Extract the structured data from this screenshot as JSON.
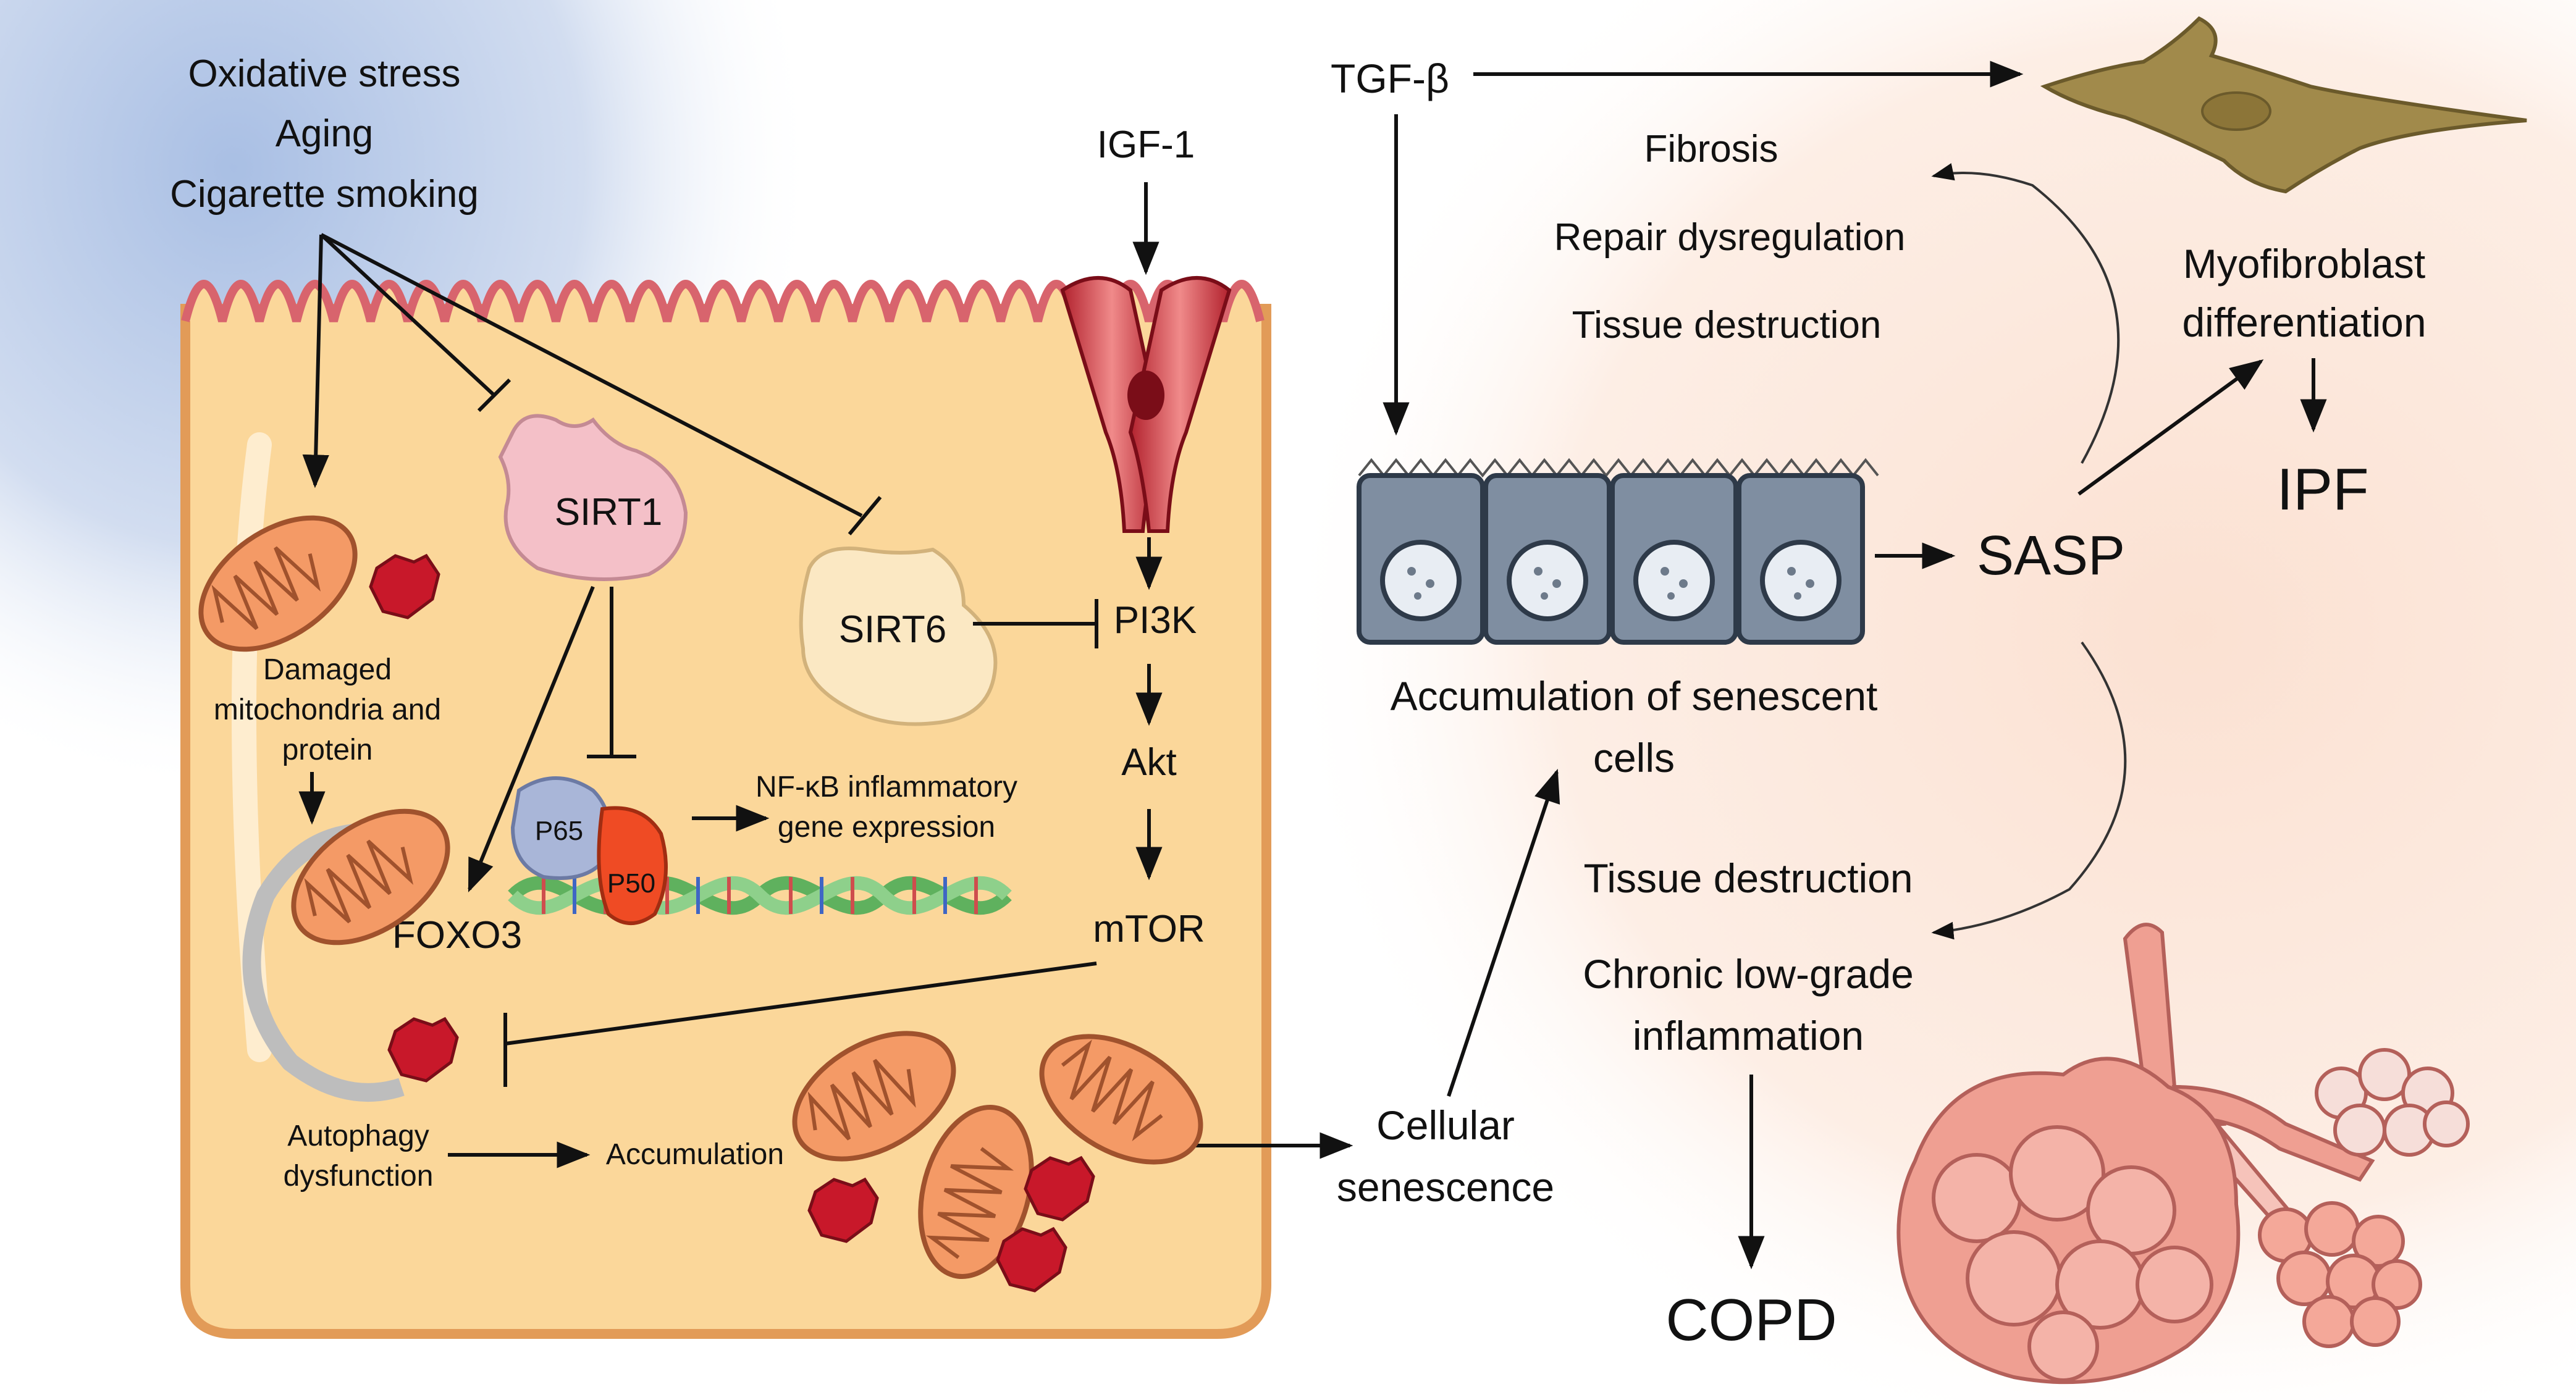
{
  "colors": {
    "cell_fill": "#fbd79a",
    "cell_stroke": "#e29b58",
    "membrane_pink": "#e8777f",
    "background_blue": "#b5c7e6",
    "background_peach": "#fbe3d6",
    "mito_orange": "#f49a66",
    "damaged_red": "#c8182a",
    "senescent_cell": "#7f8ea1",
    "myofibroblast": "#a18a4b",
    "lung_pink": "#ef9f92"
  },
  "stressors": [
    "Oxidative stress",
    "Aging",
    "Cigarette smoking"
  ],
  "receptor": {
    "ligand": "IGF-1"
  },
  "pathway": [
    "PI3K",
    "Akt",
    "mTOR"
  ],
  "proteins": {
    "sirt1": "SIRT1",
    "sirt6": "SIRT6",
    "foxo3": "FOXO3",
    "p65": "P65",
    "p50": "P50"
  },
  "nfkb": {
    "line1": "NF-κB inflammatory",
    "line2": "gene expression"
  },
  "damaged": {
    "line1": "Damaged",
    "line2": "mitochondria and",
    "line3": "protein"
  },
  "autophagy": {
    "line1": "Autophagy",
    "line2": "dysfunction"
  },
  "accumulation_label": "Accumulation",
  "cellular_senescence": {
    "line1": "Cellular",
    "line2": "senescence"
  },
  "senescent_cells": {
    "line1": "Accumulation of senescent",
    "line2": "cells"
  },
  "tgf_beta": "TGF-β",
  "upper_effects": [
    "Fibrosis",
    "Repair dysregulation",
    "Tissue destruction"
  ],
  "myofibroblast": {
    "line1": "Myofibroblast",
    "line2": "differentiation"
  },
  "ipf": "IPF",
  "sasp": "SASP",
  "lower_effects": {
    "tissue": "Tissue destruction",
    "chronic_line1": "Chronic low-grade",
    "chronic_line2": "inflammation"
  },
  "copd": "COPD"
}
